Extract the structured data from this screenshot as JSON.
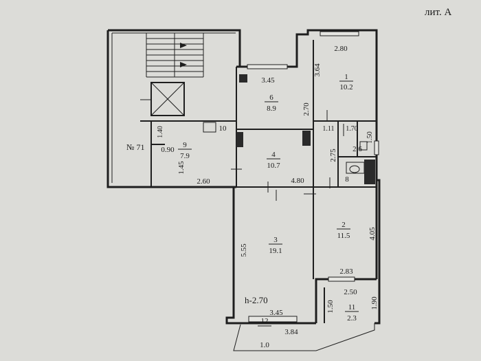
{
  "header": {
    "building_label": "лит. А"
  },
  "plan": {
    "apartment_label": "№ 71",
    "ceiling_height": "h-2.70",
    "rooms": [
      {
        "number": "1",
        "area": "10.2"
      },
      {
        "number": "2",
        "area": "11.5"
      },
      {
        "number": "3",
        "area": "19.1"
      },
      {
        "number": "4",
        "area": "10.7"
      },
      {
        "number": "6",
        "area": "8.9"
      },
      {
        "number": "8",
        "area": ""
      },
      {
        "number": "9",
        "area": "7.9"
      },
      {
        "number": "10",
        "area": ""
      },
      {
        "number": "11",
        "area": "2.3"
      },
      {
        "number": "12",
        "area": "1.0"
      }
    ],
    "room7_label": "2.6",
    "dimensions": {
      "room1_width": "2.80",
      "room1_height": "3.64",
      "room6_width": "3.45",
      "room6_height": "2.70",
      "hall_width": "4.80",
      "hall_height": "2.75",
      "room9_width": "2.60",
      "room9_height": "1.45",
      "room9_niche": "0.90",
      "room9_left": "1.40",
      "bath_top_a": "1.11",
      "bath_top_b": "1.70",
      "bath_side": "1.50",
      "room3_height": "5.55",
      "room3_width": "3.45",
      "room2_height": "4.05",
      "room2_width": "2.83",
      "balcony_width": "2.50",
      "balcony_left": "1.50",
      "balcony_right": "1.90",
      "loggia_width": "3.84"
    }
  }
}
